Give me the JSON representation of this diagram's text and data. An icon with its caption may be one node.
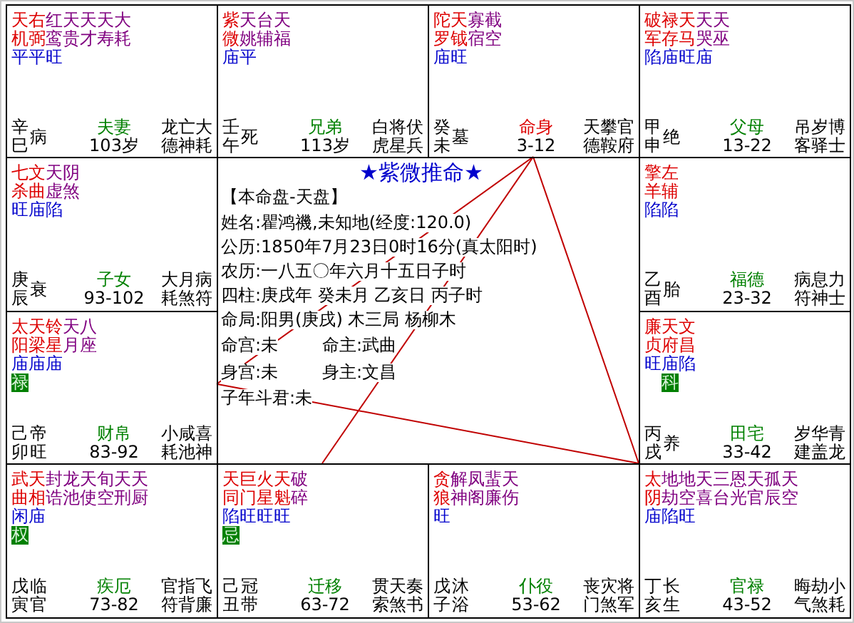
{
  "diagram": {
    "title": "★紫微推命★",
    "nodes": [
      {
        "text": [
          "天右红天天天大",
          "机弼鸾贵才寿耗",
          "平平旺",
          "辛巳",
          "病",
          "夫妻",
          "103岁",
          "龙亡大",
          "德神耗"
        ]
      },
      {
        "text": [
          "紫天台天",
          "微姚辅福",
          "庙平",
          "壬午",
          "死",
          "兄弟",
          "113岁",
          "白将伏",
          "虎星兵"
        ]
      },
      {
        "text": [
          "陀天寡截",
          "罗钺宿空",
          "庙旺",
          "癸未",
          "墓",
          "命身",
          "3-12",
          "天攀官",
          "德鞍府"
        ]
      },
      {
        "text": [
          "破禄天天天",
          "军存马哭巫",
          "陷庙旺庙",
          "甲申",
          "绝",
          "父母",
          "13-22",
          "吊岁博",
          "客驿士"
        ]
      },
      {
        "text": [
          "七文天阴",
          "杀曲虚煞",
          "旺庙陷",
          "庚辰",
          "衰",
          "子女",
          "93-102",
          "大月病",
          "耗煞符"
        ]
      },
      {
        "text": [
          "擎左",
          "羊辅",
          "陷陷",
          "乙酉",
          "胎",
          "福德",
          "23-32",
          "病息力",
          "符神士"
        ]
      },
      {
        "text": [
          "太天铃天八",
          "阳梁星月座",
          "庙庙庙",
          "禄",
          "己卯",
          "帝旺",
          "财帛",
          "83-92",
          "小咸喜",
          "耗池神"
        ]
      },
      {
        "text": [
          "廉天文",
          "贞府昌",
          "旺庙陷",
          "科",
          "丙戌",
          "养",
          "田宅",
          "33-42",
          "岁华青",
          "建盖龙"
        ]
      },
      {
        "text": [
          "武天封龙天旬天天",
          "曲相诰池使空刑厨",
          "闲庙",
          "权",
          "戊寅",
          "临官",
          "疾厄",
          "73-82",
          "官指飞",
          "符背廉"
        ]
      },
      {
        "text": [
          "天巨火天破",
          "同门星魁碎",
          "陷旺旺旺",
          "忌",
          "己丑",
          "冠带",
          "迁移",
          "63-72",
          "贯天奏",
          "索煞书"
        ]
      },
      {
        "text": [
          "贪解凤蜚天",
          "狼神阁廉伤",
          "旺",
          "戊子",
          "沐浴",
          "仆役",
          "53-62",
          "丧灾将",
          "门煞军"
        ]
      },
      {
        "text": [
          "太地地天三恩天孤天",
          "阴劫空喜台光官辰空",
          "庙陷旺",
          "丁亥",
          "长生",
          "官禄",
          "43-52",
          "晦劫小",
          "气煞耗"
        ]
      }
    ],
    "edges": [
      {
        "from": 2,
        "to": 6,
        "arrow": "none"
      },
      {
        "from": 2,
        "to": 9,
        "arrow": "none"
      },
      {
        "from": 2,
        "to": 11,
        "arrow": "none"
      },
      {
        "from": 6,
        "to": 11,
        "arrow": "none"
      }
    ],
    "labels": [
      "【本命盘-天盘】",
      "姓名:瞿鸿禨,未知地(经度:120.0)",
      "公历:1850年7月23日0时16分(真太阳时)",
      "农历:一八五〇年六月十五日子时",
      "四柱:庚戌年 癸未月 乙亥日 丙子时",
      "命局:阳男(庚戌) 木三局 杨柳木",
      "命宫:未",
      "命主:武曲",
      "身宫:未",
      "身主:文昌",
      "子年斗君:未"
    ]
  }
}
